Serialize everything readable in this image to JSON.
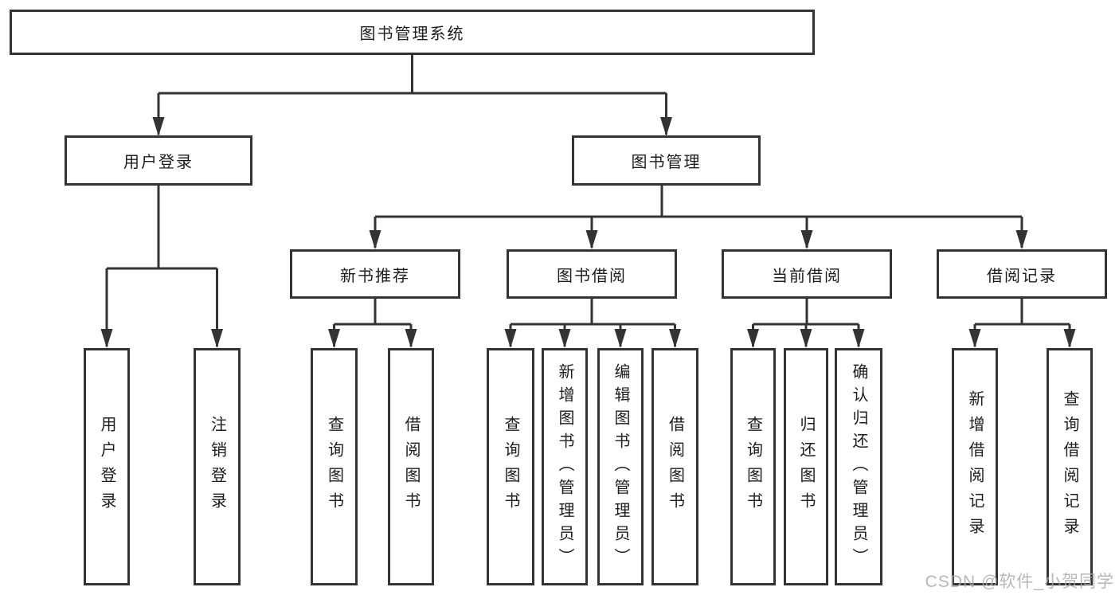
{
  "diagram": {
    "type": "hierarchy-tree",
    "title": "图书管理系统",
    "colors": {
      "line": "#333333",
      "box_border": "#333333",
      "box_fill": "#ffffff",
      "text": "#1c1c1c",
      "watermark": "#ababab"
    }
  },
  "tree": {
    "label": "图书管理系统",
    "children": [
      {
        "label": "用户登录",
        "children": [
          {
            "label": "用户登录"
          },
          {
            "label": "注销登录"
          }
        ]
      },
      {
        "label": "图书管理",
        "children": [
          {
            "label": "新书推荐",
            "children": [
              {
                "label": "查询图书"
              },
              {
                "label": "借阅图书"
              }
            ]
          },
          {
            "label": "图书借阅",
            "children": [
              {
                "label": "查询图书"
              },
              {
                "label": "新增图书（管理员）"
              },
              {
                "label": "编辑图书（管理员）"
              },
              {
                "label": "借阅图书"
              }
            ]
          },
          {
            "label": "当前借阅",
            "children": [
              {
                "label": "查询图书"
              },
              {
                "label": "归还图书"
              },
              {
                "label": "确认归还（管理员）"
              }
            ]
          },
          {
            "label": "借阅记录",
            "children": [
              {
                "label": "新增借阅记录"
              },
              {
                "label": "查询借阅记录"
              }
            ]
          }
        ]
      }
    ]
  },
  "watermark": {
    "text": "CSDN @软件_小贺同学"
  }
}
